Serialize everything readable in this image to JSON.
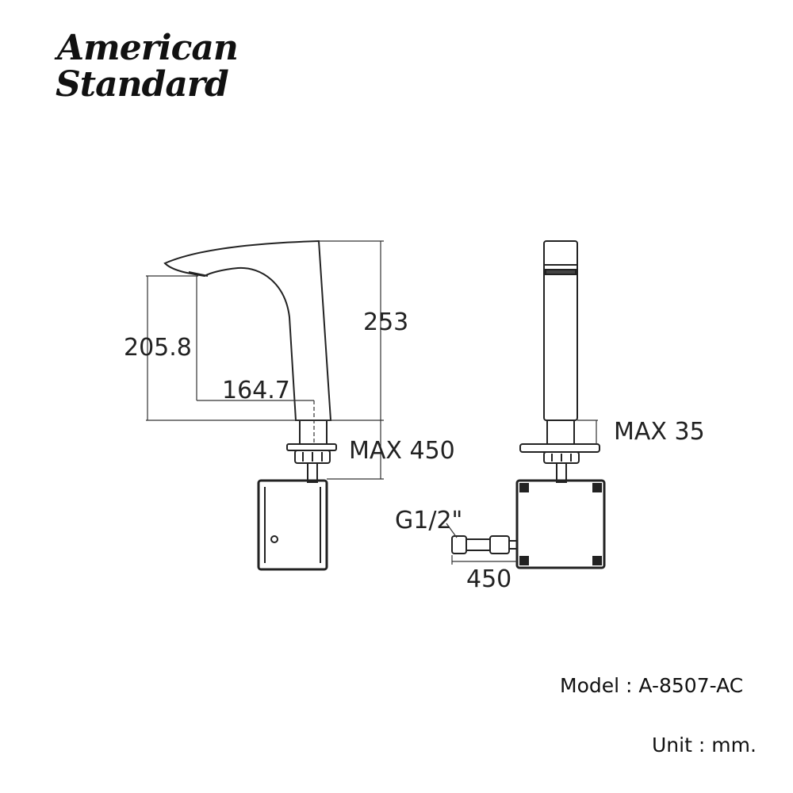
{
  "brand": {
    "line1": "American",
    "line2": "Standard"
  },
  "dimensions": {
    "height_total": "253",
    "spout_height": "205.8",
    "spout_reach": "164.7",
    "hose_length_front": "MAX 450",
    "deck_thickness": "MAX 35",
    "thread": "G1/2\"",
    "hose_length_side": "450"
  },
  "model": {
    "label": "Model",
    "sep": ":",
    "value": "A-8507-AC"
  },
  "unit": {
    "label": "Unit",
    "sep": ":",
    "value": "mm."
  }
}
